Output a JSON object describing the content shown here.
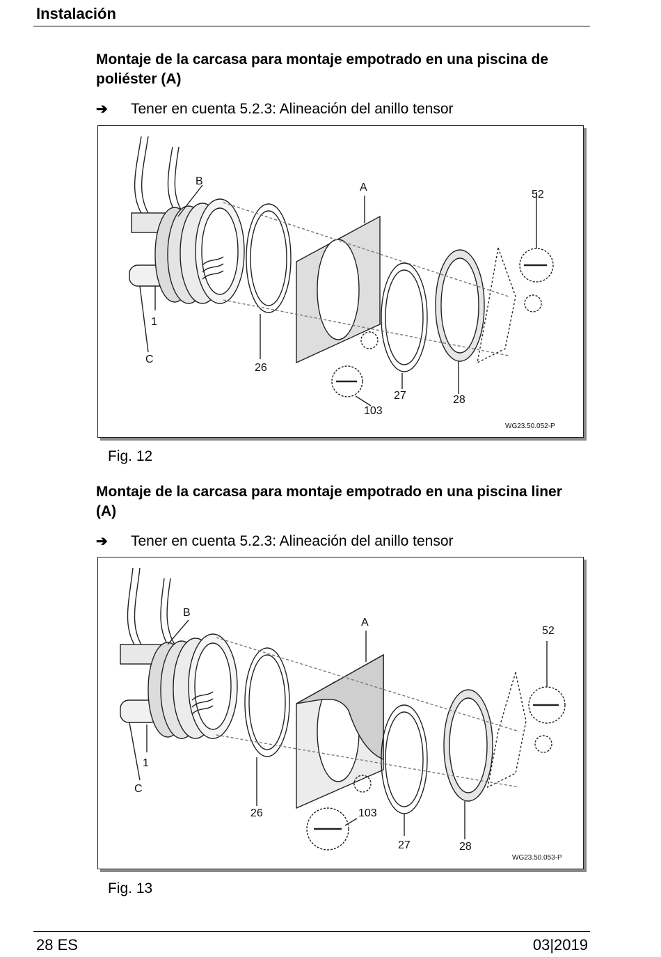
{
  "header": {
    "title": "Instalación"
  },
  "section1": {
    "title": "Montaje de la carcasa para montaje empotrado en una piscina de poliéster (A)",
    "arrow": "➔",
    "note": "Tener en cuenta 5.2.3: Alineación del anillo tensor",
    "figure": {
      "labels": {
        "B": "B",
        "A": "A",
        "n52": "52",
        "n1": "1",
        "C": "C",
        "n26": "26",
        "n27": "27",
        "n28": "28",
        "n103": "103"
      },
      "code": "WG23.50.052-P"
    },
    "caption": "Fig. 12"
  },
  "section2": {
    "title": "Montaje de la carcasa para montaje empotrado en una piscina liner (A)",
    "arrow": "➔",
    "note": "Tener en cuenta 5.2.3: Alineación del anillo tensor",
    "figure": {
      "labels": {
        "B": "B",
        "A": "A",
        "n52": "52",
        "n1": "1",
        "C": "C",
        "n26": "26",
        "n27": "27",
        "n28": "28",
        "n103": "103"
      },
      "code": "WG23.50.053-P"
    },
    "caption": "Fig. 13"
  },
  "footer": {
    "page": "28 ES",
    "date": "03|2019"
  }
}
